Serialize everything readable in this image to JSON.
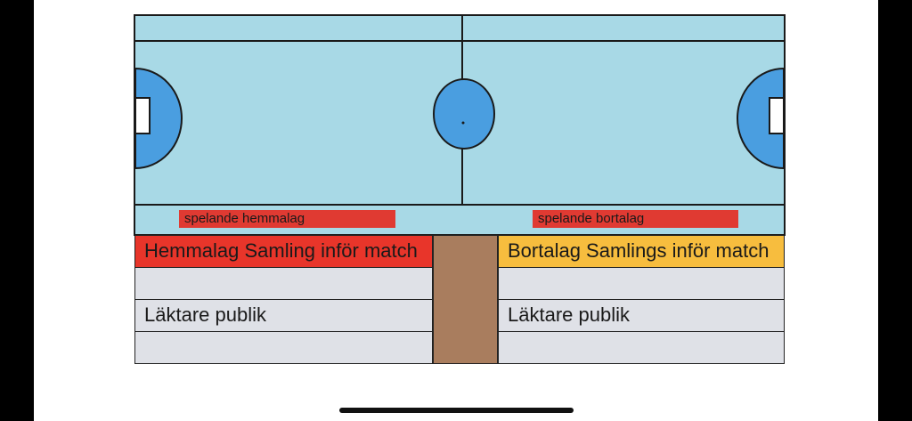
{
  "labels": {
    "home_playing": "spelande hemmalag",
    "away_playing": "spelande bortalag"
  },
  "stands": {
    "home_header": "Hemmalag Samling inför match",
    "away_header": "Bortalag Samlings inför match",
    "home_audience": "Läktare publik",
    "away_audience": "Läktare publik"
  },
  "colors": {
    "court": "#a8d9e6",
    "goal_area": "#4a9ee0",
    "lines": "#1a1a1a",
    "home_label": "#e03a32",
    "away_label": "#e03a32",
    "home_header": "#e8352a",
    "away_header": "#f7bd3e",
    "stand_row": "#dfe1e7",
    "aisle": "#a97d5e"
  }
}
